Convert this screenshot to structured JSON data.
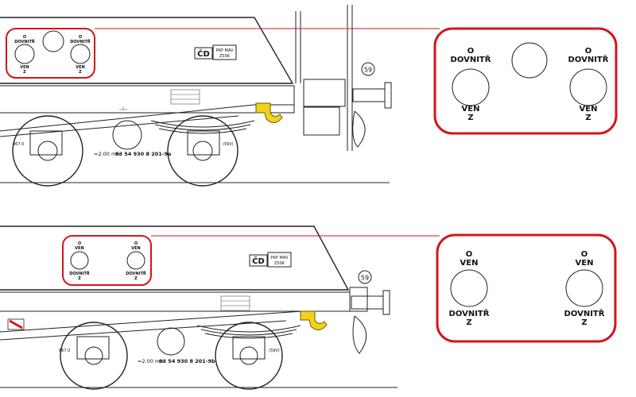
{
  "top": {
    "small_panel": {
      "left_top_labels": [
        "O",
        "DOVNITŘ"
      ],
      "left_bottom_labels": [
        "VEN",
        "Z"
      ],
      "right_top_labels": [
        "O",
        "DOVNITŘ"
      ],
      "right_bottom_labels": [
        "VEN",
        "Z"
      ]
    },
    "large_panel": {
      "left_top_labels": [
        "O",
        "DOVNITŘ"
      ],
      "left_bottom_labels": [
        "VEN",
        "Z"
      ],
      "right_top_labels": [
        "O",
        "DOVNITŘ"
      ],
      "right_bottom_labels": [
        "VEN",
        "Z"
      ]
    },
    "operator_marks": {
      "cd": "ČD",
      "line1": "PKP  MAV",
      "line2": "ZSSK"
    },
    "wagon_number": "83 54 930 8 201-9a",
    "dimension": "=2.00 m=",
    "weight_label": "867.0",
    "buffer_label": "(59V)",
    "circle_number": "59"
  },
  "bottom": {
    "small_panel": {
      "left_top_labels": [
        "O",
        "VEN"
      ],
      "left_bottom_labels": [
        "DOVNITŘ",
        "Z"
      ],
      "right_top_labels": [
        "O",
        "VEN"
      ],
      "right_bottom_labels": [
        "DOVNITŘ",
        "Z"
      ]
    },
    "large_panel": {
      "left_top_labels": [
        "O",
        "VEN"
      ],
      "left_bottom_labels": [
        "DOVNITŘ",
        "Z"
      ],
      "right_top_labels": [
        "O",
        "VEN"
      ],
      "right_bottom_labels": [
        "DOVNITŘ",
        "Z"
      ]
    },
    "operator_marks": {
      "cd": "ČD",
      "line1": "PKP  MAV",
      "line2": "ZSSK"
    },
    "wagon_number": "83 54 930 8 201-9b",
    "dimension": "=2.00 m=",
    "weight_label": "867.0",
    "buffer_label": "(59V)",
    "circle_number": "59"
  },
  "colors": {
    "frame": "#d4141c",
    "hook": "#f2d21a",
    "ink": "#222222"
  }
}
